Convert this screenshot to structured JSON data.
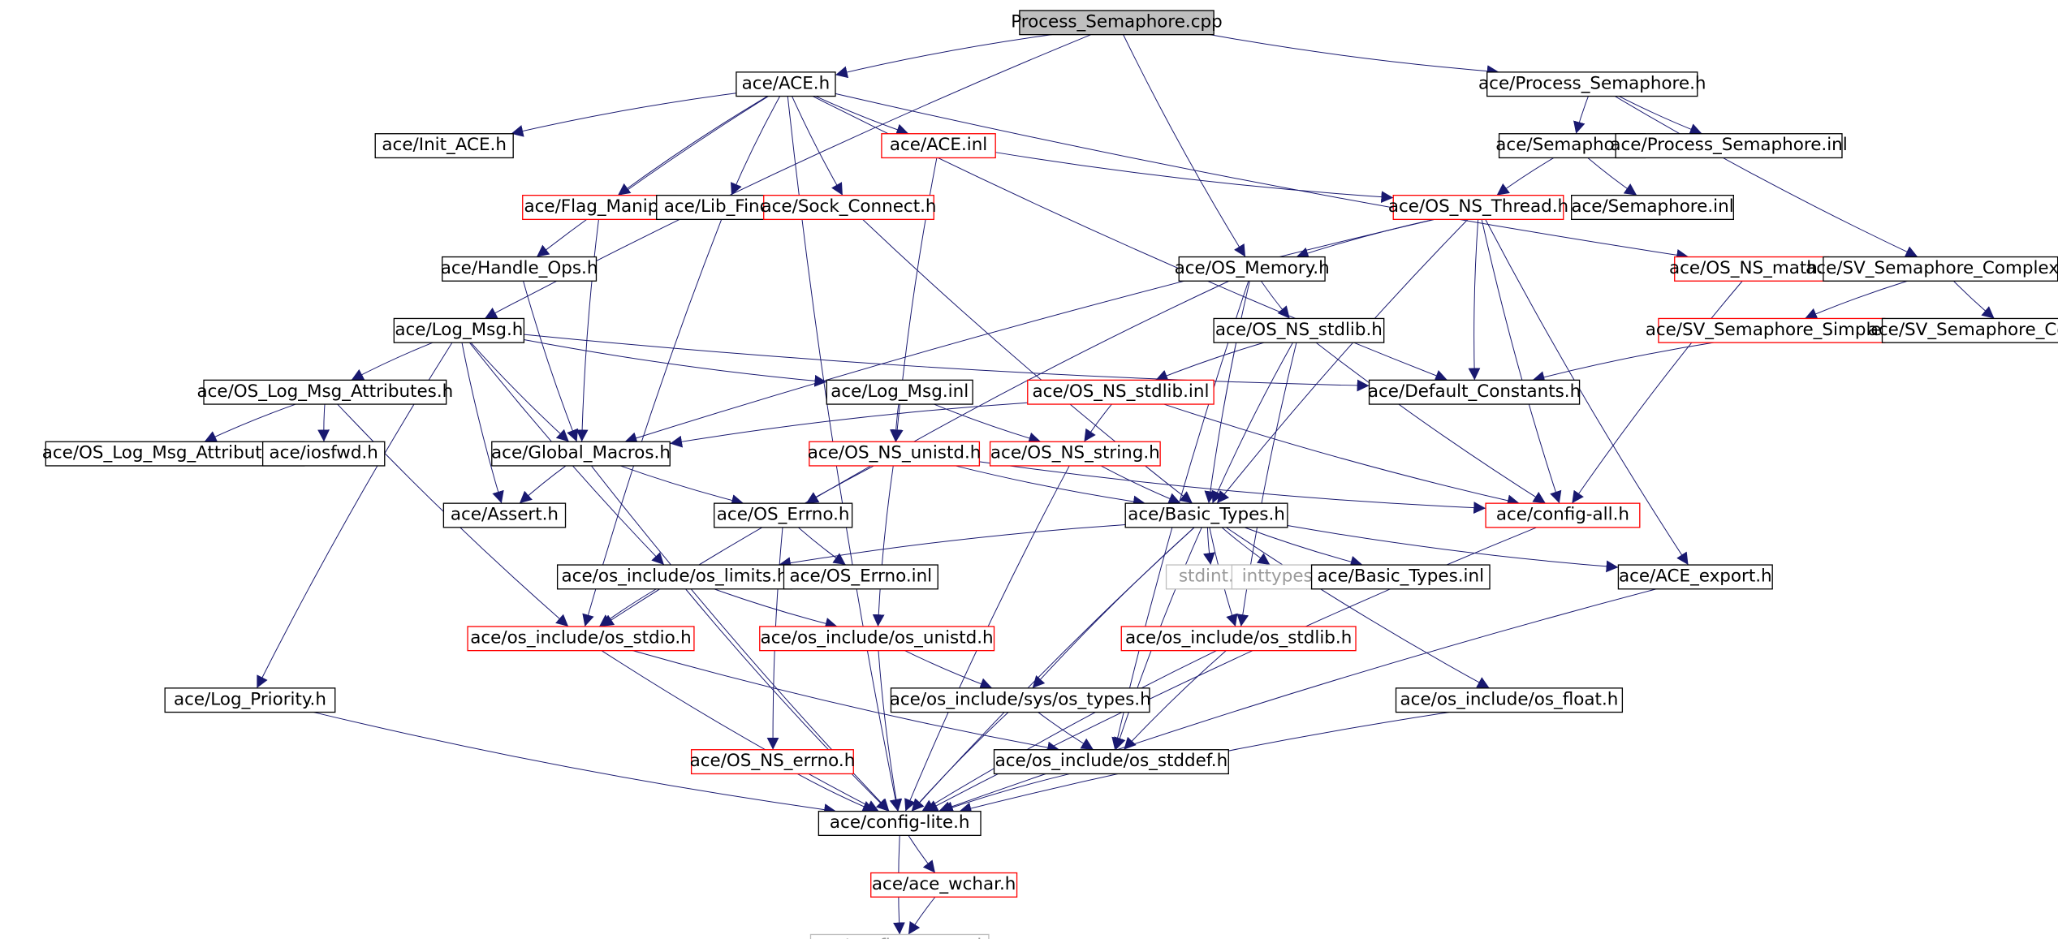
{
  "graph": {
    "colors": {
      "edge": "#191970",
      "root_fill": "#bfbfbf",
      "node_border_default": "#000000",
      "node_border_truncated": "#ff0000",
      "node_border_system": "#bfbfbf",
      "node_text_system": "#9a9a9a"
    },
    "nodes": [
      {
        "id": "root",
        "label": "Process_Semaphore.cpp",
        "kind": "root"
      },
      {
        "id": "ace_h",
        "label": "ace/ACE.h",
        "kind": "normal"
      },
      {
        "id": "proc_sem_h",
        "label": "ace/Process_Semaphore.h",
        "kind": "normal"
      },
      {
        "id": "init_ace_h",
        "label": "ace/Init_ACE.h",
        "kind": "normal"
      },
      {
        "id": "ace_inl",
        "label": "ace/ACE.inl",
        "kind": "truncated"
      },
      {
        "id": "semaphore_h",
        "label": "ace/Semaphore.h",
        "kind": "normal"
      },
      {
        "id": "proc_sem_inl",
        "label": "ace/Process_Semaphore.inl",
        "kind": "normal"
      },
      {
        "id": "flag_manip_h",
        "label": "ace/Flag_Manip.h",
        "kind": "truncated"
      },
      {
        "id": "lib_find_h",
        "label": "ace/Lib_Find.h",
        "kind": "normal"
      },
      {
        "id": "sock_connect_h",
        "label": "ace/Sock_Connect.h",
        "kind": "truncated"
      },
      {
        "id": "os_ns_thread_h",
        "label": "ace/OS_NS_Thread.h",
        "kind": "truncated"
      },
      {
        "id": "semaphore_inl",
        "label": "ace/Semaphore.inl",
        "kind": "normal"
      },
      {
        "id": "handle_ops_h",
        "label": "ace/Handle_Ops.h",
        "kind": "normal"
      },
      {
        "id": "os_memory_h",
        "label": "ace/OS_Memory.h",
        "kind": "normal"
      },
      {
        "id": "os_ns_math_h",
        "label": "ace/OS_NS_math.h",
        "kind": "truncated"
      },
      {
        "id": "sv_sem_complex_h",
        "label": "ace/SV_Semaphore_Complex.h",
        "kind": "normal"
      },
      {
        "id": "log_msg_h",
        "label": "ace/Log_Msg.h",
        "kind": "normal"
      },
      {
        "id": "os_ns_stdlib_h",
        "label": "ace/OS_NS_stdlib.h",
        "kind": "normal"
      },
      {
        "id": "sv_sem_simple_h",
        "label": "ace/SV_Semaphore_Simple.h",
        "kind": "truncated"
      },
      {
        "id": "sv_sem_complex_inl",
        "label": "ace/SV_Semaphore_Complex.inl",
        "kind": "normal"
      },
      {
        "id": "os_log_msg_attr_h",
        "label": "ace/OS_Log_Msg_Attributes.h",
        "kind": "normal"
      },
      {
        "id": "log_msg_inl",
        "label": "ace/Log_Msg.inl",
        "kind": "normal"
      },
      {
        "id": "os_ns_stdlib_inl",
        "label": "ace/OS_NS_stdlib.inl",
        "kind": "truncated"
      },
      {
        "id": "default_constants_h",
        "label": "ace/Default_Constants.h",
        "kind": "normal"
      },
      {
        "id": "os_log_msg_attr_inl",
        "label": "ace/OS_Log_Msg_Attributes.inl",
        "kind": "normal"
      },
      {
        "id": "iosfwd_h",
        "label": "ace/iosfwd.h",
        "kind": "normal"
      },
      {
        "id": "global_macros_h",
        "label": "ace/Global_Macros.h",
        "kind": "normal"
      },
      {
        "id": "os_ns_unistd_h",
        "label": "ace/OS_NS_unistd.h",
        "kind": "truncated"
      },
      {
        "id": "os_ns_string_h",
        "label": "ace/OS_NS_string.h",
        "kind": "truncated"
      },
      {
        "id": "assert_h",
        "label": "ace/Assert.h",
        "kind": "normal"
      },
      {
        "id": "os_errno_h",
        "label": "ace/OS_Errno.h",
        "kind": "normal"
      },
      {
        "id": "basic_types_h",
        "label": "ace/Basic_Types.h",
        "kind": "normal"
      },
      {
        "id": "config_all_h",
        "label": "ace/config-all.h",
        "kind": "truncated"
      },
      {
        "id": "os_limits_h",
        "label": "ace/os_include/os_limits.h",
        "kind": "normal"
      },
      {
        "id": "os_errno_inl",
        "label": "ace/OS_Errno.inl",
        "kind": "normal"
      },
      {
        "id": "stdint_h",
        "label": "stdint.h",
        "kind": "system"
      },
      {
        "id": "inttypes_h",
        "label": "inttypes.h",
        "kind": "system"
      },
      {
        "id": "basic_types_inl",
        "label": "ace/Basic_Types.inl",
        "kind": "normal"
      },
      {
        "id": "ace_export_h",
        "label": "ace/ACE_export.h",
        "kind": "normal"
      },
      {
        "id": "os_stdio_h",
        "label": "ace/os_include/os_stdio.h",
        "kind": "truncated"
      },
      {
        "id": "os_unistd_h",
        "label": "ace/os_include/os_unistd.h",
        "kind": "truncated"
      },
      {
        "id": "os_stdlib_h",
        "label": "ace/os_include/os_stdlib.h",
        "kind": "truncated"
      },
      {
        "id": "log_priority_h",
        "label": "ace/Log_Priority.h",
        "kind": "normal"
      },
      {
        "id": "os_types_h",
        "label": "ace/os_include/sys/os_types.h",
        "kind": "normal"
      },
      {
        "id": "os_float_h",
        "label": "ace/os_include/os_float.h",
        "kind": "normal"
      },
      {
        "id": "os_ns_errno_h",
        "label": "ace/OS_NS_errno.h",
        "kind": "truncated"
      },
      {
        "id": "os_stddef_h",
        "label": "ace/os_include/os_stddef.h",
        "kind": "normal"
      },
      {
        "id": "config_lite_h",
        "label": "ace/config-lite.h",
        "kind": "normal"
      },
      {
        "id": "ace_wchar_h",
        "label": "ace/ace_wchar.h",
        "kind": "truncated"
      },
      {
        "id": "config_macros_h",
        "label": "ace/config-macros.h",
        "kind": "system"
      }
    ],
    "edges": [
      [
        "root",
        "ace_h"
      ],
      [
        "root",
        "proc_sem_h"
      ],
      [
        "root",
        "os_memory_h"
      ],
      [
        "root",
        "log_msg_h"
      ],
      [
        "ace_h",
        "init_ace_h"
      ],
      [
        "ace_h",
        "ace_inl"
      ],
      [
        "ace_h",
        "flag_manip_h"
      ],
      [
        "ace_h",
        "lib_find_h"
      ],
      [
        "ace_h",
        "sock_connect_h"
      ],
      [
        "ace_h",
        "handle_ops_h"
      ],
      [
        "ace_h",
        "os_ns_math_h"
      ],
      [
        "ace_h",
        "default_constants_h"
      ],
      [
        "ace_h",
        "config_lite_h"
      ],
      [
        "ace_inl",
        "os_ns_thread_h"
      ],
      [
        "ace_inl",
        "os_ns_unistd_h"
      ],
      [
        "proc_sem_h",
        "semaphore_h"
      ],
      [
        "proc_sem_h",
        "proc_sem_inl"
      ],
      [
        "proc_sem_h",
        "sv_sem_complex_h"
      ],
      [
        "semaphore_h",
        "os_ns_thread_h"
      ],
      [
        "semaphore_h",
        "semaphore_inl"
      ],
      [
        "sv_sem_complex_h",
        "sv_sem_simple_h"
      ],
      [
        "sv_sem_complex_h",
        "sv_sem_complex_inl"
      ],
      [
        "sv_sem_simple_h",
        "default_constants_h"
      ],
      [
        "flag_manip_h",
        "global_macros_h"
      ],
      [
        "handle_ops_h",
        "global_macros_h"
      ],
      [
        "lib_find_h",
        "os_stdio_h"
      ],
      [
        "sock_connect_h",
        "basic_types_h"
      ],
      [
        "os_ns_thread_h",
        "os_memory_h"
      ],
      [
        "os_ns_thread_h",
        "global_macros_h"
      ],
      [
        "os_ns_thread_h",
        "default_constants_h"
      ],
      [
        "os_ns_thread_h",
        "basic_types_h"
      ],
      [
        "os_ns_thread_h",
        "config_all_h"
      ],
      [
        "os_ns_thread_h",
        "ace_export_h"
      ],
      [
        "os_ns_math_h",
        "config_all_h"
      ],
      [
        "os_memory_h",
        "os_ns_stdlib_h"
      ],
      [
        "os_memory_h",
        "os_errno_h"
      ],
      [
        "os_memory_h",
        "basic_types_h"
      ],
      [
        "os_memory_h",
        "os_stddef_h"
      ],
      [
        "log_msg_h",
        "os_log_msg_attr_h"
      ],
      [
        "log_msg_h",
        "log_msg_inl"
      ],
      [
        "log_msg_h",
        "default_constants_h"
      ],
      [
        "log_msg_h",
        "global_macros_h"
      ],
      [
        "log_msg_h",
        "assert_h"
      ],
      [
        "log_msg_h",
        "os_limits_h"
      ],
      [
        "log_msg_h",
        "log_priority_h"
      ],
      [
        "os_log_msg_attr_h",
        "os_log_msg_attr_inl"
      ],
      [
        "os_log_msg_attr_h",
        "iosfwd_h"
      ],
      [
        "os_log_msg_attr_h",
        "os_stdio_h"
      ],
      [
        "log_msg_inl",
        "os_ns_unistd_h"
      ],
      [
        "log_msg_inl",
        "os_ns_string_h"
      ],
      [
        "os_ns_stdlib_h",
        "os_ns_stdlib_inl"
      ],
      [
        "os_ns_stdlib_h",
        "basic_types_h"
      ],
      [
        "os_ns_stdlib_h",
        "config_all_h"
      ],
      [
        "os_ns_stdlib_h",
        "os_stdlib_h"
      ],
      [
        "os_ns_stdlib_inl",
        "os_ns_string_h"
      ],
      [
        "os_ns_stdlib_inl",
        "global_macros_h"
      ],
      [
        "os_ns_stdlib_inl",
        "config_all_h"
      ],
      [
        "global_macros_h",
        "assert_h"
      ],
      [
        "global_macros_h",
        "os_errno_h"
      ],
      [
        "global_macros_h",
        "config_lite_h"
      ],
      [
        "os_ns_unistd_h",
        "basic_types_h"
      ],
      [
        "os_ns_unistd_h",
        "config_all_h"
      ],
      [
        "os_ns_unistd_h",
        "os_stdio_h"
      ],
      [
        "os_ns_unistd_h",
        "os_unistd_h"
      ],
      [
        "os_ns_string_h",
        "basic_types_h"
      ],
      [
        "os_ns_string_h",
        "config_lite_h"
      ],
      [
        "os_errno_h",
        "os_errno_inl"
      ],
      [
        "os_errno_h",
        "os_ns_errno_h"
      ],
      [
        "basic_types_h",
        "os_limits_h"
      ],
      [
        "basic_types_h",
        "stdint_h"
      ],
      [
        "basic_types_h",
        "inttypes_h"
      ],
      [
        "basic_types_h",
        "basic_types_inl"
      ],
      [
        "basic_types_h",
        "ace_export_h"
      ],
      [
        "basic_types_h",
        "os_stdlib_h"
      ],
      [
        "basic_types_h",
        "os_types_h"
      ],
      [
        "basic_types_h",
        "os_float_h"
      ],
      [
        "basic_types_h",
        "os_stddef_h"
      ],
      [
        "basic_types_h",
        "config_lite_h"
      ],
      [
        "config_all_h",
        "config_lite_h"
      ],
      [
        "os_limits_h",
        "os_stdio_h"
      ],
      [
        "os_limits_h",
        "os_unistd_h"
      ],
      [
        "os_limits_h",
        "config_lite_h"
      ],
      [
        "ace_export_h",
        "config_lite_h"
      ],
      [
        "os_stdio_h",
        "os_stddef_h"
      ],
      [
        "os_stdio_h",
        "config_lite_h"
      ],
      [
        "os_unistd_h",
        "os_types_h"
      ],
      [
        "os_unistd_h",
        "config_lite_h"
      ],
      [
        "os_stdlib_h",
        "os_stddef_h"
      ],
      [
        "os_stdlib_h",
        "config_lite_h"
      ],
      [
        "log_priority_h",
        "config_lite_h"
      ],
      [
        "os_types_h",
        "os_stddef_h"
      ],
      [
        "os_types_h",
        "config_lite_h"
      ],
      [
        "os_float_h",
        "config_lite_h"
      ],
      [
        "os_ns_errno_h",
        "config_lite_h"
      ],
      [
        "os_stddef_h",
        "config_lite_h"
      ],
      [
        "config_lite_h",
        "ace_wchar_h"
      ],
      [
        "config_lite_h",
        "config_macros_h"
      ],
      [
        "ace_wchar_h",
        "config_macros_h"
      ]
    ]
  }
}
